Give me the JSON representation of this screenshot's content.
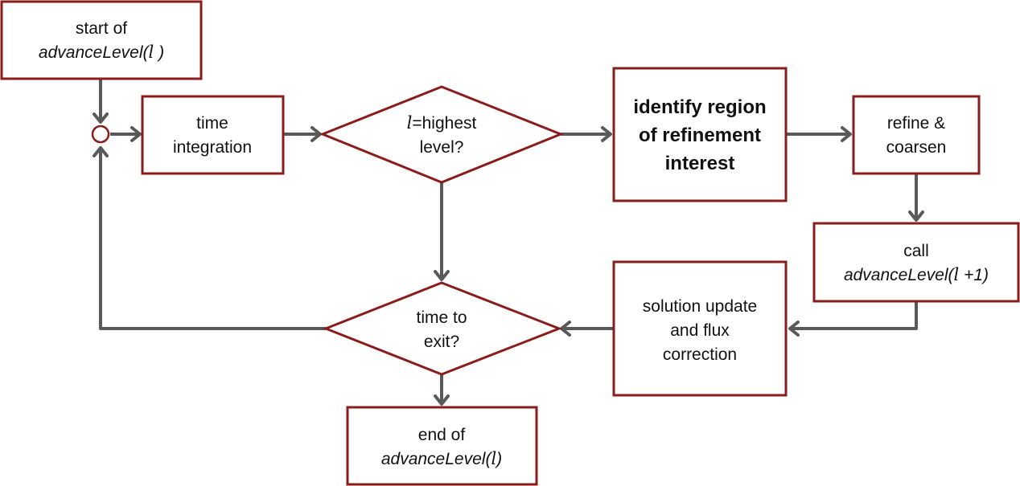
{
  "colors": {
    "node_border": "#8b1c1c",
    "arrow": "#595959",
    "text": "#111111"
  },
  "nodes": {
    "start": {
      "line1": "start of",
      "line2_italic": "advanceLevel(",
      "line2_var": "l",
      "line2_close": " )"
    },
    "time_integration": {
      "line1": "time",
      "line2": "integration"
    },
    "highest_level": {
      "var": "l",
      "line1_rest": "=highest",
      "line2": "level?"
    },
    "identify": {
      "line1": "identify region",
      "line2": "of refinement",
      "line3": "interest"
    },
    "refine": {
      "line1": "refine &",
      "line2": "coarsen"
    },
    "call": {
      "line1": "call",
      "line2_italic": "advanceLevel(",
      "line2_var": "l",
      "line2_rest": " +1)"
    },
    "solution": {
      "line1": "solution update",
      "line2": "and flux",
      "line3": "correction"
    },
    "time_to_exit": {
      "line1": "time to",
      "line2": "exit?"
    },
    "end": {
      "line1": "end of",
      "line2_italic": "advanceLevel(",
      "line2_var": "l",
      "line2_close": ")"
    }
  }
}
